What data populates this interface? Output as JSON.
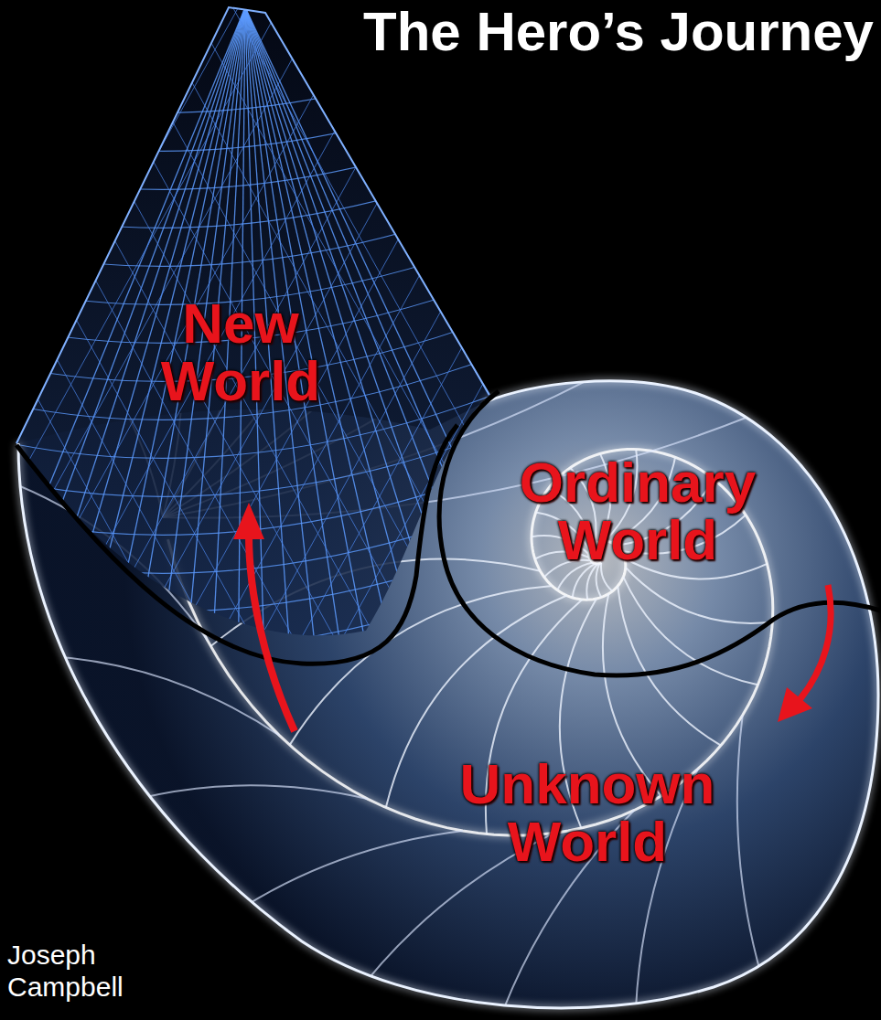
{
  "diagram": {
    "title": "The Hero’s Journey",
    "labels": [
      "New World",
      "Ordinary World",
      "Unknown World",
      "Joseph Campbell"
    ]
  }
}
